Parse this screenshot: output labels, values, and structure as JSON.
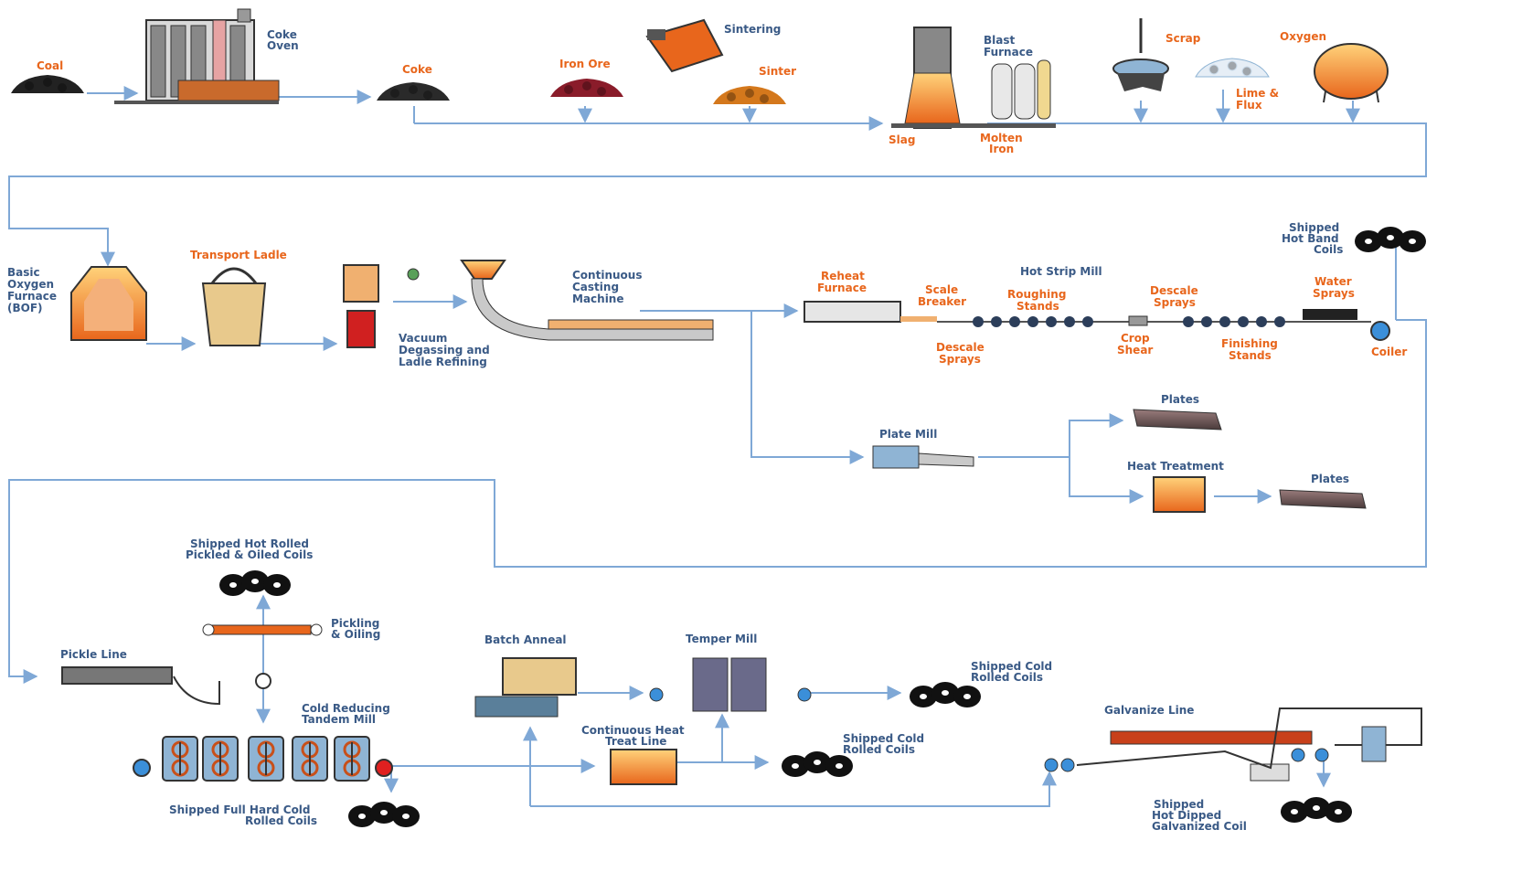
{
  "colors": {
    "flow_line": "#7fa8d6",
    "blue_label": "#3a5a86",
    "orange_label": "#e8661c",
    "coil_black": "#111111",
    "coil_blue": "#3b8fd9",
    "molten": "#f07a1a"
  },
  "labels": {
    "coal": "Coal",
    "coke_oven": [
      "Coke",
      "Oven"
    ],
    "coke": "Coke",
    "iron_ore": "Iron Ore",
    "sintering": "Sintering",
    "sinter": "Sinter",
    "blast_furnace": [
      "Blast",
      "Furnace"
    ],
    "slag": "Slag",
    "molten_iron": [
      "Molten",
      "Iron"
    ],
    "scrap": "Scrap",
    "lime_flux": [
      "Lime &",
      "Flux"
    ],
    "oxygen": "Oxygen",
    "bof": [
      "Basic",
      "Oxygen",
      "Furnace",
      "(BOF)"
    ],
    "transport_ladle": "Transport Ladle",
    "vacuum": [
      "Vacuum",
      "Degassing and",
      "Ladle Refining"
    ],
    "casting": [
      "Continuous",
      "Casting",
      "Machine"
    ],
    "reheat_furnace": [
      "Reheat",
      "Furnace"
    ],
    "scale_breaker": [
      "Scale",
      "Breaker"
    ],
    "hot_strip_mill": "Hot Strip Mill",
    "roughing_stands": [
      "Roughing",
      "Stands"
    ],
    "descale_sprays_top": [
      "Descale",
      "Sprays"
    ],
    "descale_sprays_bottom": [
      "Descale",
      "Sprays"
    ],
    "crop_shear": [
      "Crop",
      "Shear"
    ],
    "finishing_stands": [
      "Finishing",
      "Stands"
    ],
    "water_sprays": [
      "Water",
      "Sprays"
    ],
    "coiler": "Coiler",
    "shipped_hot_band": [
      "Shipped",
      "Hot Band",
      "Coils"
    ],
    "plate_mill": "Plate Mill",
    "plates_1": "Plates",
    "heat_treatment": "Heat Treatment",
    "plates_2": "Plates",
    "shipped_hr_pickled": [
      "Shipped Hot Rolled",
      "Pickled & Oiled Coils"
    ],
    "pickling_oiling": [
      "Pickling",
      "& Oiling"
    ],
    "pickle_line": "Pickle Line",
    "cold_reducing": [
      "Cold Reducing",
      "Tandem Mill"
    ],
    "shipped_full_hard": [
      "Shipped Full Hard Cold",
      "Rolled Coils"
    ],
    "batch_anneal": "Batch Anneal",
    "temper_mill": "Temper Mill",
    "shipped_cold_1": [
      "Shipped Cold",
      "Rolled Coils"
    ],
    "continuous_heat_treat": [
      "Continuous Heat",
      "Treat Line"
    ],
    "shipped_cold_2": [
      "Shipped Cold",
      "Rolled Coils"
    ],
    "galvanize_line": "Galvanize Line",
    "shipped_galvanized": [
      "Shipped",
      "Hot Dipped",
      "Galvanized Coil"
    ]
  }
}
